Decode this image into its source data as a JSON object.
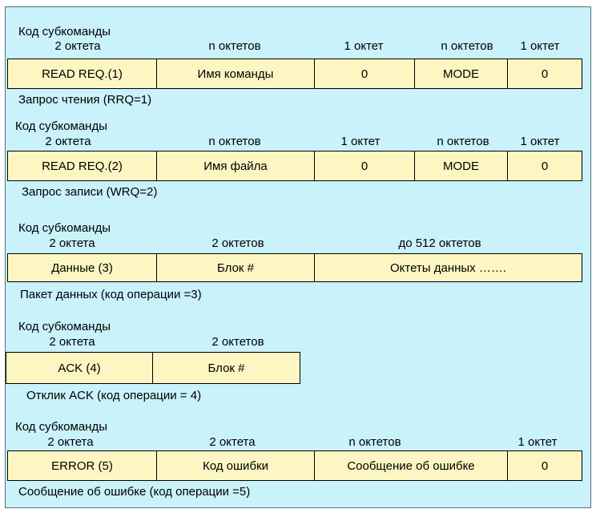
{
  "sections": [
    {
      "code_label": "Код субкоманды",
      "headers": [
        "2 октета",
        "n октетов",
        "1 октет",
        "n октетов",
        "1 октет"
      ],
      "cells": [
        "READ REQ.(1)",
        "Имя команды",
        "0",
        "MODE",
        "0"
      ],
      "caption": "Запрос чтения (RRQ=1)"
    },
    {
      "code_label": "Код субкоманды",
      "headers": [
        "2 октета",
        "n октетов",
        "1 октет",
        "n октетов",
        "1 октет"
      ],
      "cells": [
        "READ REQ.(2)",
        "Имя файла",
        "0",
        "MODE",
        "0"
      ],
      "caption": "Запрос записи (WRQ=2)"
    },
    {
      "code_label": "Код субкоманды",
      "headers": [
        "2 октета",
        "2 октетов",
        "до 512 октетов"
      ],
      "cells": [
        "Данные (3)",
        "Блок  #",
        "Октеты данных   ……."
      ],
      "caption": "Пакет данных (код операции =3)"
    },
    {
      "code_label": "Код субкоманды",
      "headers": [
        "2 октета",
        "2 октетов"
      ],
      "cells": [
        "ACK (4)",
        "Блок   #"
      ],
      "caption": "Отклик ACK (код операции = 4)"
    },
    {
      "code_label": "Код субкоманды",
      "headers": [
        "2 октета",
        "2 октета",
        "n октетов",
        "1 октет"
      ],
      "cells": [
        "ERROR  (5)",
        "Код ошибки",
        "Сообщение об ошибке",
        "0"
      ],
      "caption": "Сообщение об ошибке (код операции =5)"
    }
  ]
}
